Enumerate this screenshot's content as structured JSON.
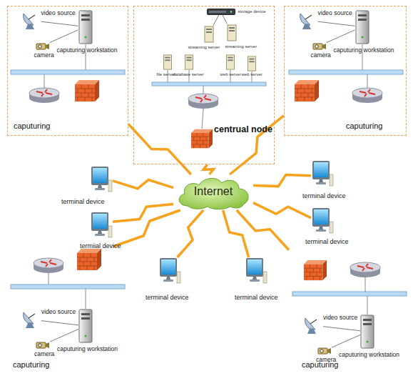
{
  "diagram": {
    "nodes": [
      {
        "text": [
          "caputuring"
        ]
      },
      {
        "text": [
          "video source"
        ],
        "in": 0
      },
      {
        "text": [
          "camera"
        ],
        "in": 0
      },
      {
        "text": [
          "caputuring workstation"
        ],
        "in": 0
      },
      {
        "text": [
          "centrual node"
        ]
      },
      {
        "text": [
          "storage device"
        ],
        "in": 4
      },
      {
        "text": [
          "streaming server"
        ],
        "in": 4
      },
      {
        "text": [
          "streaming server"
        ],
        "in": 4
      },
      {
        "text": [
          "file server"
        ],
        "in": 4
      },
      {
        "text": [
          "database server"
        ],
        "in": 4
      },
      {
        "text": [
          "web server"
        ],
        "in": 4
      },
      {
        "text": [
          "web server"
        ],
        "in": 4
      },
      {
        "text": [
          "caputuring"
        ]
      },
      {
        "text": [
          "video source"
        ],
        "in": 12
      },
      {
        "text": [
          "camera"
        ],
        "in": 12
      },
      {
        "text": [
          "caputuring workstation"
        ],
        "in": 12
      },
      {
        "text": [
          "Internet"
        ]
      },
      {
        "text": [
          "terminal device"
        ]
      },
      {
        "text": [
          "terminal device"
        ]
      },
      {
        "text": [
          "termiial device"
        ]
      },
      {
        "text": [
          "terminal device"
        ]
      },
      {
        "text": [
          "terminal device"
        ]
      },
      {
        "text": [
          "terminal device"
        ]
      },
      {
        "text": [
          "caputuring"
        ]
      },
      {
        "text": [
          "video source"
        ],
        "in": 23
      },
      {
        "text": [
          "camera"
        ],
        "in": 23
      },
      {
        "text": [
          "caputuring workstation"
        ],
        "in": 23
      },
      {
        "text": [
          "caputuring"
        ]
      },
      {
        "text": [
          "video source"
        ],
        "in": 27
      },
      {
        "text": [
          "camera"
        ],
        "in": 27
      },
      {
        "text": [
          "caputuring workstation"
        ],
        "in": 27
      }
    ],
    "edges": [
      {
        "from": 1,
        "to": 3,
        "arrow": "none"
      },
      {
        "from": 2,
        "to": 3,
        "arrow": "none"
      },
      {
        "from": 6,
        "to": 5,
        "arrow": "none"
      },
      {
        "from": 7,
        "to": 5,
        "arrow": "none"
      },
      {
        "from": 13,
        "to": 15,
        "arrow": "none"
      },
      {
        "from": 14,
        "to": 15,
        "arrow": "none"
      },
      {
        "from": 24,
        "to": 26,
        "arrow": "none"
      },
      {
        "from": 25,
        "to": 26,
        "arrow": "none"
      },
      {
        "from": 28,
        "to": 30,
        "arrow": "none"
      },
      {
        "from": 29,
        "to": 30,
        "arrow": "none"
      },
      {
        "from": 0,
        "to": 16,
        "arrow": "none"
      },
      {
        "from": 4,
        "to": 16,
        "arrow": "none"
      },
      {
        "from": 12,
        "to": 16,
        "arrow": "none"
      },
      {
        "from": 23,
        "to": 16,
        "arrow": "none"
      },
      {
        "from": 27,
        "to": 16,
        "arrow": "none"
      },
      {
        "from": 16,
        "to": 17,
        "arrow": "none"
      },
      {
        "from": 16,
        "to": 18,
        "arrow": "none"
      },
      {
        "from": 16,
        "to": 19,
        "arrow": "none"
      },
      {
        "from": 16,
        "to": 20,
        "arrow": "none"
      },
      {
        "from": 16,
        "to": 21,
        "arrow": "none"
      },
      {
        "from": 16,
        "to": 22,
        "arrow": "none"
      }
    ]
  }
}
